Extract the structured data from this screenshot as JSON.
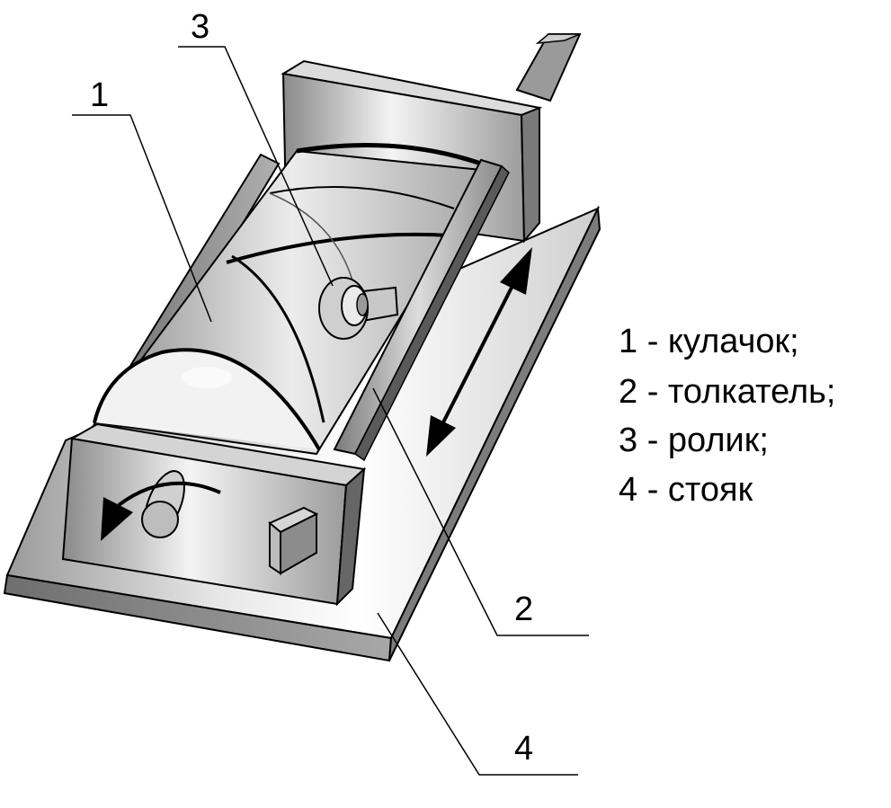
{
  "callouts": {
    "cam": "1",
    "follower": "2",
    "roller": "3",
    "stand": "4"
  },
  "legend": [
    "1 - кулачок;",
    "2 - толкатель;",
    "3 - ролик;",
    "4 - стояк"
  ]
}
